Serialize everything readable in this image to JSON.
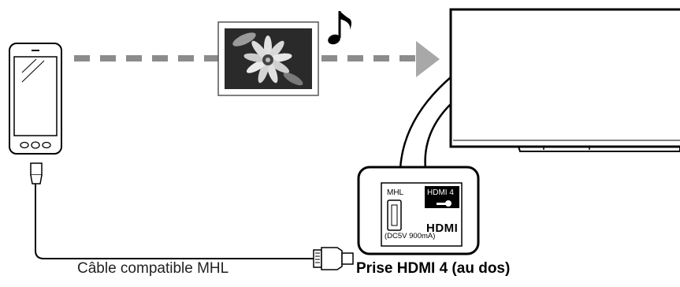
{
  "captions": {
    "cable": "Câble compatible MHL",
    "port": "Prise HDMI 4 (au dos)"
  },
  "port_panel": {
    "mhl_label": "MHL",
    "hdmi_label": "HDMI 4",
    "logo_text": "HDMI",
    "power_label": "(DC5V 900mA)"
  },
  "icons": {
    "phone": "smartphone-icon",
    "photo": "flower-photo-icon",
    "music": "music-note-icon",
    "arrow": "arrow-right-icon",
    "tv": "tv-icon",
    "cable": "mhl-cable-icon"
  },
  "colors": {
    "dash": "#8c8c8c",
    "arrow": "#a8a8a8",
    "line": "#000000"
  }
}
